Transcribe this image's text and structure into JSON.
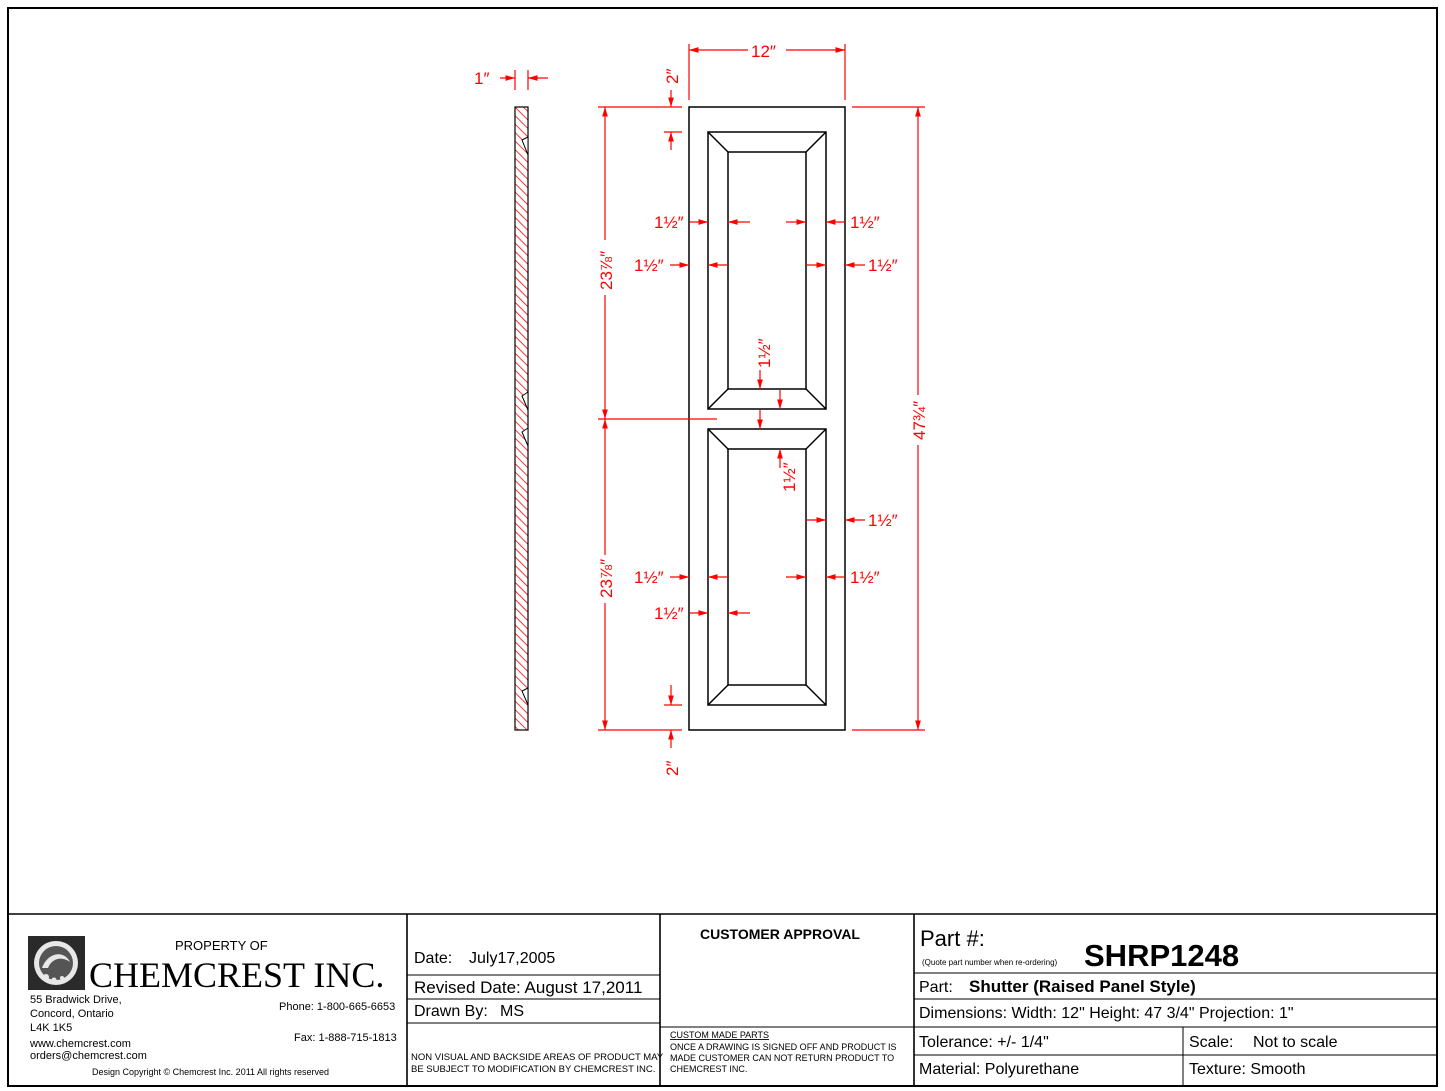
{
  "drawing": {
    "dimensions": {
      "width_top": "12″",
      "thickness": "1″",
      "top_margin": "2″",
      "bottom_margin": "2″",
      "upper_panel_height": "23⅞″",
      "lower_panel_height": "23⅞″",
      "overall_height": "47¾″",
      "upper_bevel_left": "1½″",
      "upper_bevel_right": "1½″",
      "upper_stile_left": "1½″",
      "upper_stile_right": "1½″",
      "center_bevel_upper": "1½″",
      "center_bevel_lower": "1½″",
      "lower_stile_right": "1½″",
      "lower_stile_left": "1½″",
      "lower_bevel_right": "1½″",
      "lower_bevel_left": "1½″"
    }
  },
  "title_block": {
    "company": {
      "property_of": "PROPERTY OF",
      "name": "CHEMCREST INC.",
      "address1": "55 Bradwick Drive,",
      "address2": "Concord, Ontario",
      "address3": "L4K 1K5",
      "web": "www.chemcrest.com",
      "email": "orders@chemcrest.com",
      "phone": "Phone: 1-800-665-6653",
      "fax": "Fax:  1-888-715-1813",
      "copyright": "Design Copyright © Chemcrest Inc. 2011 All rights reserved"
    },
    "dates": {
      "date_label": "Date:",
      "date_value": "July17,2005",
      "revised": "Revised Date: August 17,2011",
      "drawn_label": "Drawn By:",
      "drawn_value": "MS",
      "notice_line1": "NON VISUAL AND BACKSIDE AREAS OF PRODUCT MAY",
      "notice_line2": "BE SUBJECT TO MODIFICATION BY CHEMCREST INC."
    },
    "approval": {
      "title": "CUSTOMER APPROVAL",
      "custom_title": "CUSTOM MADE PARTS",
      "custom_line1": "ONCE A DRAWING IS SIGNED OFF AND PRODUCT IS",
      "custom_line2": "MADE CUSTOMER CAN NOT RETURN PRODUCT TO",
      "custom_line3": "CHEMCREST INC."
    },
    "part": {
      "label": "Part #:",
      "quote_note": "(Quote part number when re-ordering)",
      "number": "SHRP1248",
      "part_label": "Part:",
      "part_value": "Shutter (Raised Panel Style)",
      "dimensions": "Dimensions: Width: 12\" Height: 47 3/4\" Projection: 1\"",
      "tolerance": "Tolerance: +/- 1/4\"",
      "scale_label": "Scale:",
      "scale_value": "Not to scale",
      "material": "Material: Polyurethane",
      "texture": "Texture: Smooth"
    }
  },
  "colors": {
    "dimension": "#ff0000",
    "line": "#000000"
  },
  "icons": [
    "chemcrest-logo-icon"
  ]
}
